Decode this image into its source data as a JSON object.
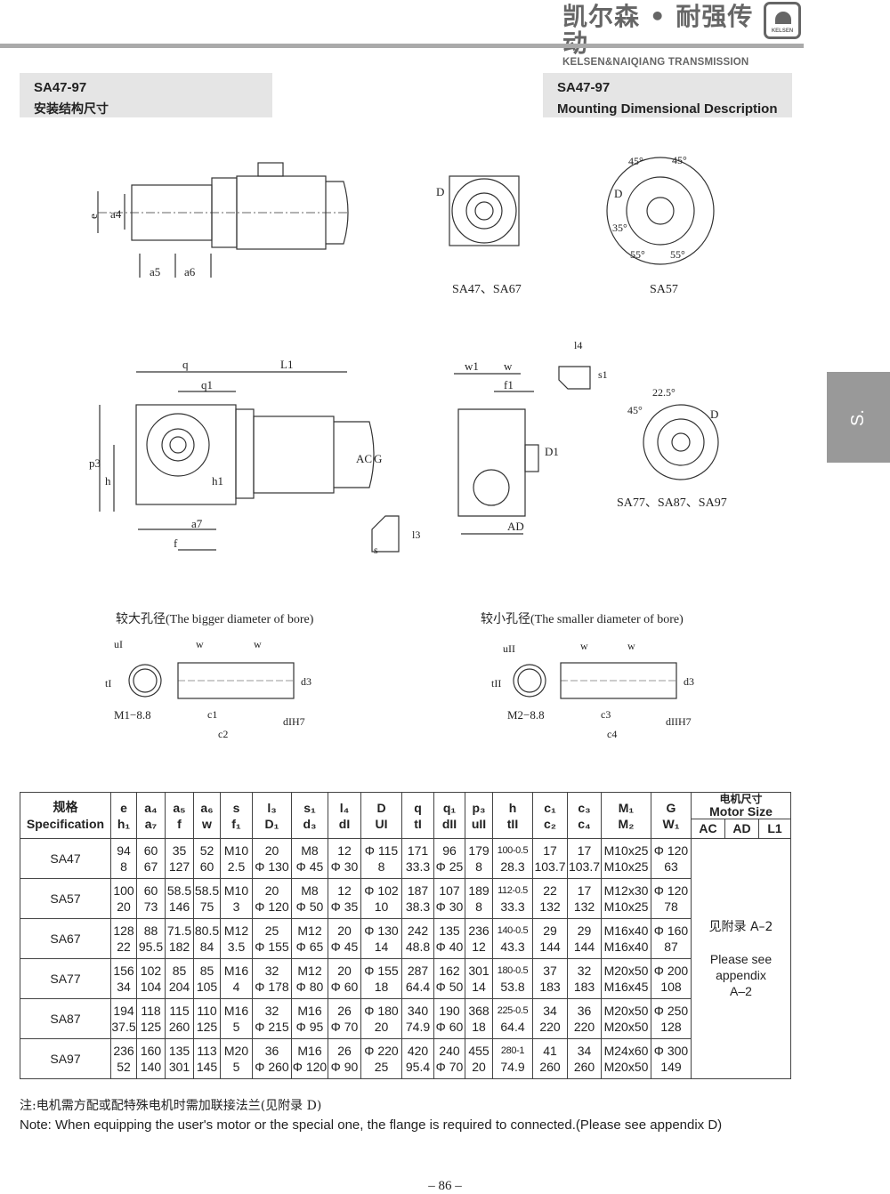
{
  "brand": {
    "cn": "凯尔森 • 耐强传动",
    "en": "KELSEN&NAIQIANG TRANSMISSION",
    "logo_text": "KELSEN"
  },
  "left_title": {
    "model": "SA47-97",
    "desc": "安装结构尺寸"
  },
  "right_title": {
    "model": "SA47-97",
    "desc": "Mounting Dimensional Description"
  },
  "side_tab": "S.",
  "drawings": {
    "top_view_labels": [
      "e",
      "a4",
      "a5",
      "a6"
    ],
    "flange_captions": [
      "SA47、SA67",
      "SA57",
      "SA77、SA87、SA97"
    ],
    "flange_labels": {
      "d": "D",
      "a45": "45°",
      "a35": "35°",
      "a55": "55°",
      "a225": "22.5°"
    },
    "front_labels": [
      "q",
      "L1",
      "q1",
      "p3",
      "h",
      "h1",
      "a7",
      "f",
      "AC",
      "G",
      "l3",
      "s"
    ],
    "side_labels": [
      "w1",
      "w",
      "f1",
      "D1",
      "AD",
      "l4",
      "s1"
    ],
    "bore_big_caption": "较大孔径(The bigger diameter of bore)",
    "bore_small_caption": "较小孔径(The smaller diameter of bore)",
    "bore_big_labels": [
      "uI",
      "tI",
      "w",
      "w",
      "d3",
      "M1−8.8",
      "c1",
      "dIH7",
      "c2"
    ],
    "bore_small_labels": [
      "uII",
      "tII",
      "w",
      "w",
      "d3",
      "M2−8.8",
      "c3",
      "dIIH7",
      "c4"
    ]
  },
  "table": {
    "spec_header_cn": "规格",
    "spec_header_en": "Specification",
    "columns": [
      [
        "e",
        "h₁"
      ],
      [
        "a₄",
        "a₇"
      ],
      [
        "a₅",
        "f"
      ],
      [
        "a₆",
        "w"
      ],
      [
        "s",
        "f₁"
      ],
      [
        "l₃",
        "D₁"
      ],
      [
        "s₁",
        "d₃"
      ],
      [
        "l₄",
        "dI"
      ],
      [
        "D",
        "UI"
      ],
      [
        "q",
        "tI"
      ],
      [
        "q₁",
        "dII"
      ],
      [
        "p₃",
        "uII"
      ],
      [
        "h",
        "tII"
      ],
      [
        "c₁",
        "c₂"
      ],
      [
        "c₃",
        "c₄"
      ],
      [
        "M₁",
        "M₂"
      ],
      [
        "G",
        "W₁"
      ]
    ],
    "motor_header_cn": "电机尺寸",
    "motor_header_en": "Motor Size",
    "motor_cols": [
      "AC",
      "AD",
      "L1"
    ],
    "motor_note_cn": "见附录 A–2",
    "motor_note_en": "Please see appendix A–2",
    "rows": [
      {
        "spec": "SA47",
        "top": [
          "94",
          "60",
          "35",
          "52",
          "M10",
          "20",
          "M8",
          "12",
          "Φ 115",
          "171",
          "96",
          "179",
          "100-0.5",
          "17",
          "17",
          "M10x25",
          "Φ 120"
        ],
        "bottom": [
          "8",
          "67",
          "127",
          "60",
          "2.5",
          "Φ 130",
          "Φ 45",
          "Φ 30",
          "8",
          "33.3",
          "Φ 25",
          "8",
          "28.3",
          "103.7",
          "103.7",
          "M10x25",
          "63"
        ]
      },
      {
        "spec": "SA57",
        "top": [
          "100",
          "60",
          "58.5",
          "58.5",
          "M10",
          "20",
          "M8",
          "12",
          "Φ 102",
          "187",
          "107",
          "189",
          "112-0.5",
          "22",
          "17",
          "M12x30",
          "Φ 120"
        ],
        "bottom": [
          "20",
          "73",
          "146",
          "75",
          "3",
          "Φ 120",
          "Φ 50",
          "Φ 35",
          "10",
          "38.3",
          "Φ 30",
          "8",
          "33.3",
          "132",
          "132",
          "M10x25",
          "78"
        ]
      },
      {
        "spec": "SA67",
        "top": [
          "128",
          "88",
          "71.5",
          "80.5",
          "M12",
          "25",
          "M12",
          "20",
          "Φ 130",
          "242",
          "135",
          "236",
          "140-0.5",
          "29",
          "29",
          "M16x40",
          "Φ 160"
        ],
        "bottom": [
          "22",
          "95.5",
          "182",
          "84",
          "3.5",
          "Φ 155",
          "Φ 65",
          "Φ 45",
          "14",
          "48.8",
          "Φ 40",
          "12",
          "43.3",
          "144",
          "144",
          "M16x40",
          "87"
        ]
      },
      {
        "spec": "SA77",
        "top": [
          "156",
          "102",
          "85",
          "85",
          "M16",
          "32",
          "M12",
          "20",
          "Φ 155",
          "287",
          "162",
          "301",
          "180-0.5",
          "37",
          "32",
          "M20x50",
          "Φ 200"
        ],
        "bottom": [
          "34",
          "104",
          "204",
          "105",
          "4",
          "Φ 178",
          "Φ 80",
          "Φ 60",
          "18",
          "64.4",
          "Φ 50",
          "14",
          "53.8",
          "183",
          "183",
          "M16x45",
          "108"
        ]
      },
      {
        "spec": "SA87",
        "top": [
          "194",
          "118",
          "115",
          "110",
          "M16",
          "32",
          "M16",
          "26",
          "Φ 180",
          "340",
          "190",
          "368",
          "225-0.5",
          "34",
          "36",
          "M20x50",
          "Φ 250"
        ],
        "bottom": [
          "37.5",
          "125",
          "260",
          "125",
          "5",
          "Φ 215",
          "Φ 95",
          "Φ 70",
          "20",
          "74.9",
          "Φ 60",
          "18",
          "64.4",
          "220",
          "220",
          "M20x50",
          "128"
        ]
      },
      {
        "spec": "SA97",
        "top": [
          "236",
          "160",
          "135",
          "113",
          "M20",
          "36",
          "M16",
          "26",
          "Φ 220",
          "420",
          "240",
          "455",
          "280-1",
          "41",
          "34",
          "M24x60",
          "Φ 300"
        ],
        "bottom": [
          "52",
          "140",
          "301",
          "145",
          "5",
          "Φ 260",
          "Φ 120",
          "Φ 90",
          "25",
          "95.4",
          "Φ 70",
          "20",
          "74.9",
          "260",
          "260",
          "M20x50",
          "149"
        ]
      }
    ]
  },
  "notes": {
    "cn": "注:电机需方配或配特殊电机时需加联接法兰(见附录 D)",
    "en": "Note: When equipping the user's motor or the special one, the flange is required to connected.(Please see appendix D)"
  },
  "page_number": "– 86 –"
}
